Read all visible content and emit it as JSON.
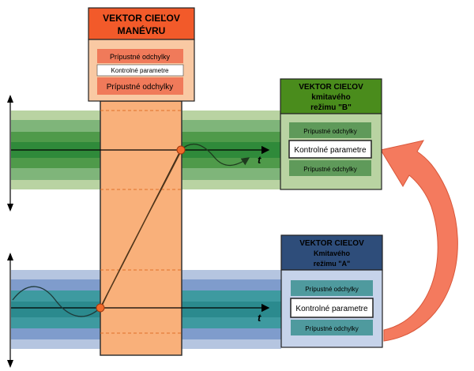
{
  "maneuver_box": {
    "title_line1": "VEKTOR CIEĽOV",
    "title_line2": "MANÉVRU",
    "tolerance_top": "Prípustné odchylky",
    "control_params": "Kontrolné parametre",
    "tolerance_bottom": "Prípustné odchylky"
  },
  "mode_b_box": {
    "title_line1": "VEKTOR CIEĽOV",
    "title_line2": "kmitavého",
    "title_line3": "režimu \"B\"",
    "tolerance_top": "Prípustné odchylky",
    "control_params": "Kontrolné parametre",
    "tolerance_bottom": "Prípustné odchylky"
  },
  "mode_a_box": {
    "title_line1": "VEKTOR CIEĽOV",
    "title_line2": "Kmitavého",
    "title_line3": "režimu \"A\"",
    "tolerance_top": "Prípustné odchylky",
    "control_params": "Kontrolné parametre",
    "tolerance_bottom": "Prípustné odchylky"
  },
  "axes": {
    "upper_t_label": "t",
    "lower_t_label": "t"
  },
  "colors": {
    "maneuver_header": "#f25a2a",
    "maneuver_body": "#f9c9a3",
    "maneuver_band": "#f7a66a",
    "green_header": "#4a8c1c",
    "green_band_outer": "#b9d3a2",
    "green_band_mid": "#7fb57a",
    "green_band_inner": "#4f9a4a",
    "blue_header": "#2e4d7a",
    "blue_band_outer": "#b5c5e0",
    "blue_band_mid": "#7f9ccc",
    "blue_band_inner": "#3e9aa0",
    "arrow": "#f47a5e",
    "point": "#f26a2a"
  }
}
